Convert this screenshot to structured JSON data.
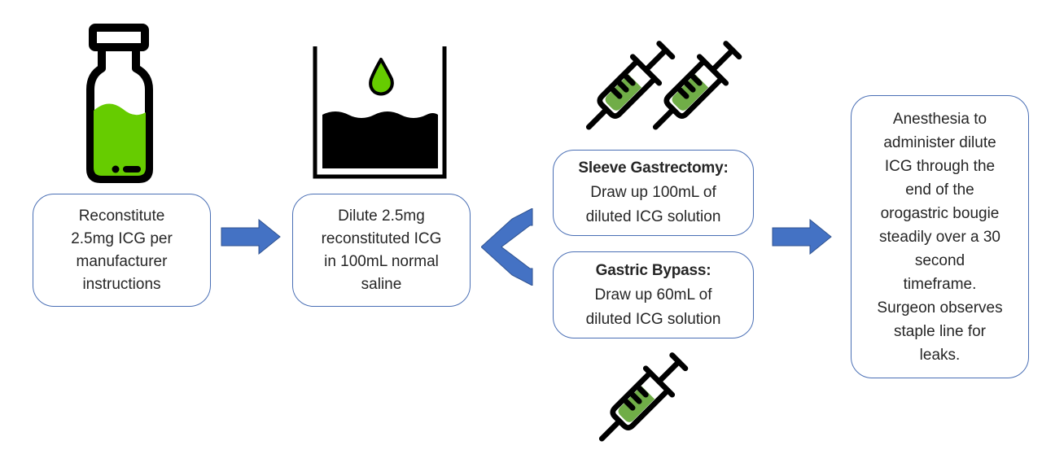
{
  "steps": {
    "reconstitute": [
      "Reconstitute",
      "2.5mg ICG per",
      "manufacturer",
      "instructions"
    ],
    "dilute": [
      "Dilute 2.5mg",
      "reconstituted ICG",
      "in 100mL normal",
      "saline"
    ],
    "sleeve": {
      "title": "Sleeve Gastrectomy:",
      "lines": [
        "Draw up 100mL of",
        "diluted ICG solution"
      ]
    },
    "bypass": {
      "title": "Gastric Bypass:",
      "lines": [
        "Draw up 60mL of",
        "diluted ICG solution"
      ]
    },
    "anesthesia": [
      "Anesthesia to",
      "administer dilute",
      "ICG through the",
      "end of the",
      "orogastric bougie",
      "steadily over a 30",
      "second",
      "timeframe.",
      "Surgeon observes",
      "staple line for",
      "leaks."
    ]
  },
  "icons": [
    "vial-icon",
    "beaker-drop-icon",
    "syringe-icon",
    "syringe-icon",
    "syringe-icon"
  ],
  "colors": {
    "box_border": "#4a6fb5",
    "arrow": "#4472c4",
    "liquid_green": "#66cc00",
    "syringe_green": "#70ad47",
    "outline": "#000000"
  }
}
